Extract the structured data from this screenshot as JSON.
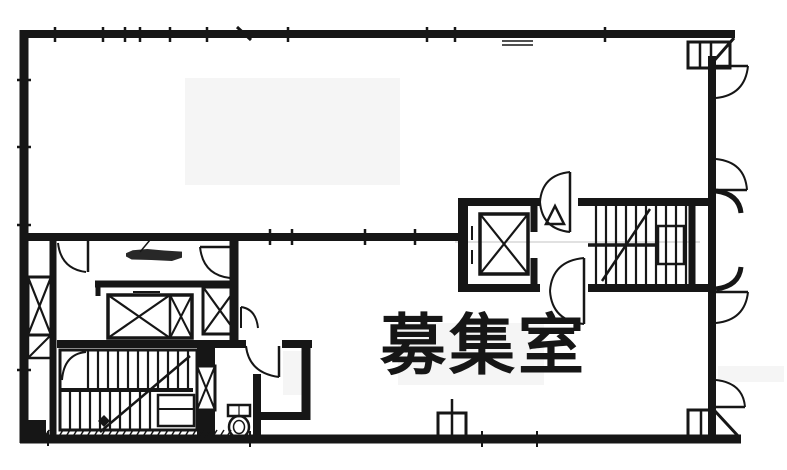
{
  "floorplan": {
    "room_label": "募集室",
    "colors": {
      "line": "#161616",
      "background": "#ffffff",
      "artifact": "#f5f5f5"
    },
    "symbols": [
      {
        "name": "elevator-symbol",
        "glyph": "crossed-box"
      },
      {
        "name": "stair-symbol",
        "glyph": "treads-with-diagonal"
      },
      {
        "name": "door-symbol",
        "glyph": "quarter-arc"
      },
      {
        "name": "toilet-symbol",
        "glyph": "bowl-and-tank"
      },
      {
        "name": "shaft-symbol",
        "glyph": "narrow-crossed-box"
      }
    ]
  }
}
